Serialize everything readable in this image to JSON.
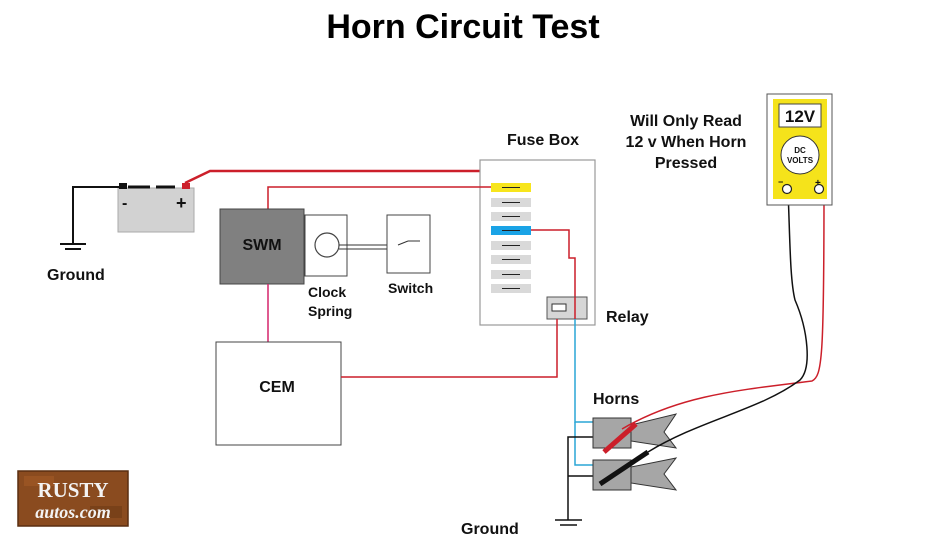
{
  "title": "Horn Circuit Test",
  "labels": {
    "battery_minus": "-",
    "battery_plus": "+",
    "battery_ground": "Ground",
    "swm": "SWM",
    "clock_spring_line1": "Clock",
    "clock_spring_line2": "Spring",
    "switch": "Switch",
    "fuse_box": "Fuse Box",
    "relay": "Relay",
    "cem": "CEM",
    "horns": "Horns",
    "horn_ground": "Ground",
    "note_line1": "Will Only Read",
    "note_line2": "12 v When Horn",
    "note_line3": "Pressed"
  },
  "meter": {
    "display": "12V",
    "mode_line1": "DC",
    "mode_line2": "VOLTS",
    "minus": "−",
    "plus": "+"
  },
  "logo": {
    "line1": "RUSTY",
    "line2": "autos.com"
  },
  "colors": {
    "wire_black": "#111111",
    "wire_red": "#cc1f2a",
    "wire_pink": "#d4246b",
    "wire_blue": "#2aa6d6",
    "fuse_yellow": "#f7e51d",
    "fuse_blue": "#1aa3e6",
    "fuse_gray": "#d9d9d9",
    "swm_gray": "#808080",
    "meter_yellow": "#f5e31b",
    "logo_brown": "#8a4b1f"
  }
}
